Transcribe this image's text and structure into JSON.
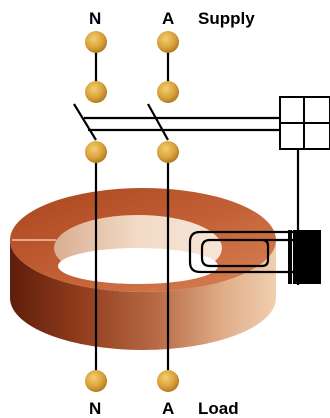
{
  "labels": {
    "top_neutral": "N",
    "top_active": "A",
    "supply": "Supply",
    "bottom_neutral": "N",
    "bottom_active": "A",
    "load": "Load"
  },
  "colors": {
    "terminal": "#d8a33c",
    "terminal_shadow": "#b07d22",
    "core_dark": "#7a2a12",
    "core_mid": "#b55a33",
    "core_light": "#e8b590",
    "core_inner": "#f3d7c0",
    "wire": "#000000",
    "relay_coil": "#000000"
  }
}
